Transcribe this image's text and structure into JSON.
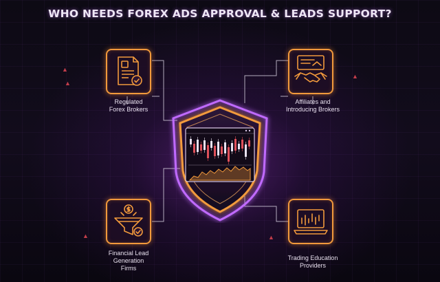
{
  "title": "WHO NEEDS FOREX ADS APPROVAL & LEADS SUPPORT?",
  "nodes": {
    "brokers": {
      "label_line1": "Regulated",
      "label_line2": "Forex Brokers",
      "icon": "document-badge-icon"
    },
    "affiliates": {
      "label_line1": "Affiliates and",
      "label_line2": "Introducing Brokers",
      "icon": "handshake-icon"
    },
    "lead_firms": {
      "label_line1": "Financial Lead",
      "label_line2": "Generation",
      "label_line3": "Firms",
      "icon": "funnel-dollar-icon"
    },
    "education": {
      "label_line1": "Trading Education",
      "label_line2": "Providers",
      "icon": "laptop-chart-icon"
    }
  },
  "center": {
    "icon": "shield-chart-icon"
  },
  "colors": {
    "accent": "#f29a3c",
    "glow": "#c06bff",
    "connector": "#cfc8d8",
    "candle_up": "#e8e2f0",
    "candle_down": "#e0505a"
  }
}
